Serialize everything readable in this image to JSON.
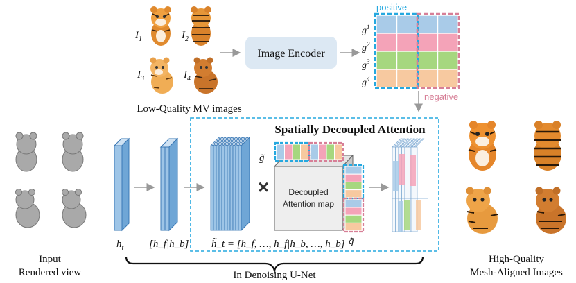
{
  "top": {
    "images_caption": "Low-Quality MV images",
    "image_labels": [
      "I",
      "I",
      "I",
      "I"
    ],
    "image_label_subs": [
      "1",
      "2",
      "3",
      "4"
    ],
    "encoder_label": "Image Encoder",
    "positive_label": "positive",
    "negative_label": "negative",
    "g_labels": [
      "g",
      "g",
      "g",
      "g"
    ],
    "g_label_sups": [
      "1",
      "2",
      "3",
      "4"
    ]
  },
  "left": {
    "caption_line1": "Input",
    "caption_line2": "Rendered view"
  },
  "right": {
    "caption_line1": "High-Quality",
    "caption_line2": "Mesh-Aligned Images"
  },
  "center": {
    "sda_title": "Spatially Decoupled Attention",
    "ht_label": "h",
    "ht_sub": "t",
    "hfhb_label": "[h_f|h_b]",
    "htilde_label": "h̃_t = [h_f, …, h_f|h_b, …, h_b]",
    "gtilde_top": "g̃",
    "gtilde_bottom": "g̃",
    "times_symbol": "×",
    "attn_line1": "Decoupled",
    "attn_line2": "Attention map",
    "unet_label": "In Denoising U-Net"
  },
  "colors": {
    "row_colors": [
      "#a9cbe8",
      "#f4a3b8",
      "#a6d77f",
      "#f7c9a0"
    ],
    "positive": "#25a8df",
    "negative": "#d77f97",
    "encoder_fill": "#dce8f3",
    "feature_fill": "#9ec5e7",
    "feature_edge": "#3a78b5"
  }
}
